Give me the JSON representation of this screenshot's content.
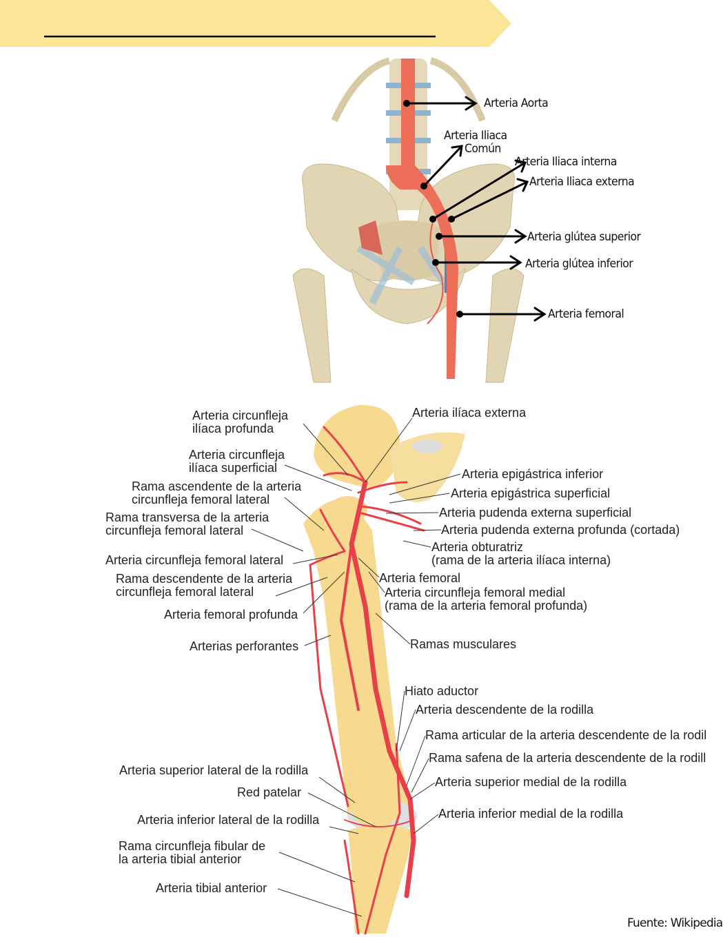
{
  "header": {
    "title": "",
    "banner_color": "#fde598"
  },
  "pelvis_diagram": {
    "labels": [
      "Arteria Aorta",
      "Arteria Iliaca",
      "Común",
      "Arteria Iliaca interna",
      "Arteria Iliaca externa",
      "Arteria glútea superior",
      "Arteria glútea inferior",
      "Arteria femoral"
    ]
  },
  "leg_diagram": {
    "labels": [
      "Arteria circunfleja\nilíaca profunda",
      "Arteria circunfleja\nilíaca superficial",
      "Rama ascendente de la arteria\ncircunfleja femoral lateral",
      "Rama transversa de la arteria\ncircunfleja femoral lateral",
      "Arteria circunfleja femoral lateral",
      "Rama descendente de la arteria\ncircunfleja femoral lateral",
      "Arteria femoral profunda",
      "Arterias perforantes",
      "Arteria ilíaca externa",
      "Arteria epigástrica inferior",
      "Arteria epigástrica superficial",
      "Arteria pudenda externa superficial",
      "Arteria pudenda externa profunda (cortada)",
      "Arteria obturatriz\n(rama de la arteria ilíaca interna)",
      "Arteria femoral",
      "Arteria circunfleja femoral medial\n(rama de la arteria femoral profunda)",
      "Ramas musculares",
      "Hiato aductor",
      "Arteria descendente de la rodilla",
      "Rama articular de la arteria descendente de la rodil",
      "Rama safena de la arteria descendente de la rodill",
      "Arteria superior medial de la rodilla",
      "Arteria inferior medial de la rodilla",
      "Arteria superior lateral de la rodilla",
      "Red patelar",
      "Arteria inferior lateral de la rodilla",
      "Rama circunfleja fibular de\nla arteria tibial anterior",
      "Arteria tibial anterior"
    ]
  },
  "source": "Fuente: Wikipedia",
  "colors": {
    "artery": "#e8604c",
    "bone": "#e2d5b3",
    "leg_bone": "#f7d98f",
    "ligament": "#9fbfd8"
  }
}
